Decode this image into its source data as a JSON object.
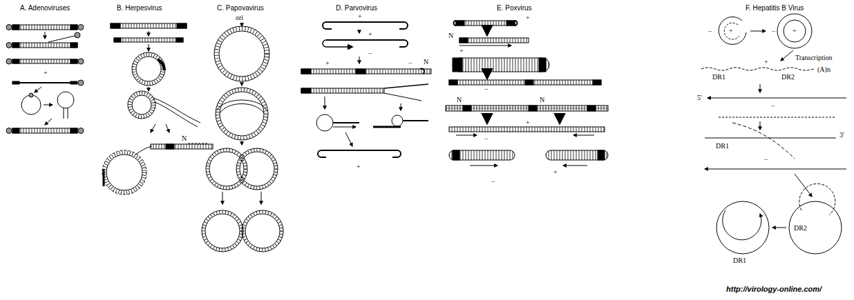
{
  "diagram": {
    "labels": [
      "A. Adenoviruses",
      "B. Herpesvirus",
      "C. Papovavirus",
      "D. Parvovirus",
      "E. Poxvirus",
      "F. Hepatitis B Virus",
      "+",
      "ori",
      "N",
      "+",
      "+",
      "−",
      "+",
      "−",
      "N",
      "+",
      "+",
      "N",
      "+",
      "−",
      "+",
      "−",
      "N",
      "N",
      "+",
      "−",
      "−",
      "+",
      "−",
      "+",
      "Transcription",
      "+",
      "(A)n",
      "DR1",
      "DR2",
      "5'",
      "−",
      "DR1",
      "3'",
      "−",
      "DR2",
      "DR1",
      "http://virology-online.com/"
    ]
  }
}
